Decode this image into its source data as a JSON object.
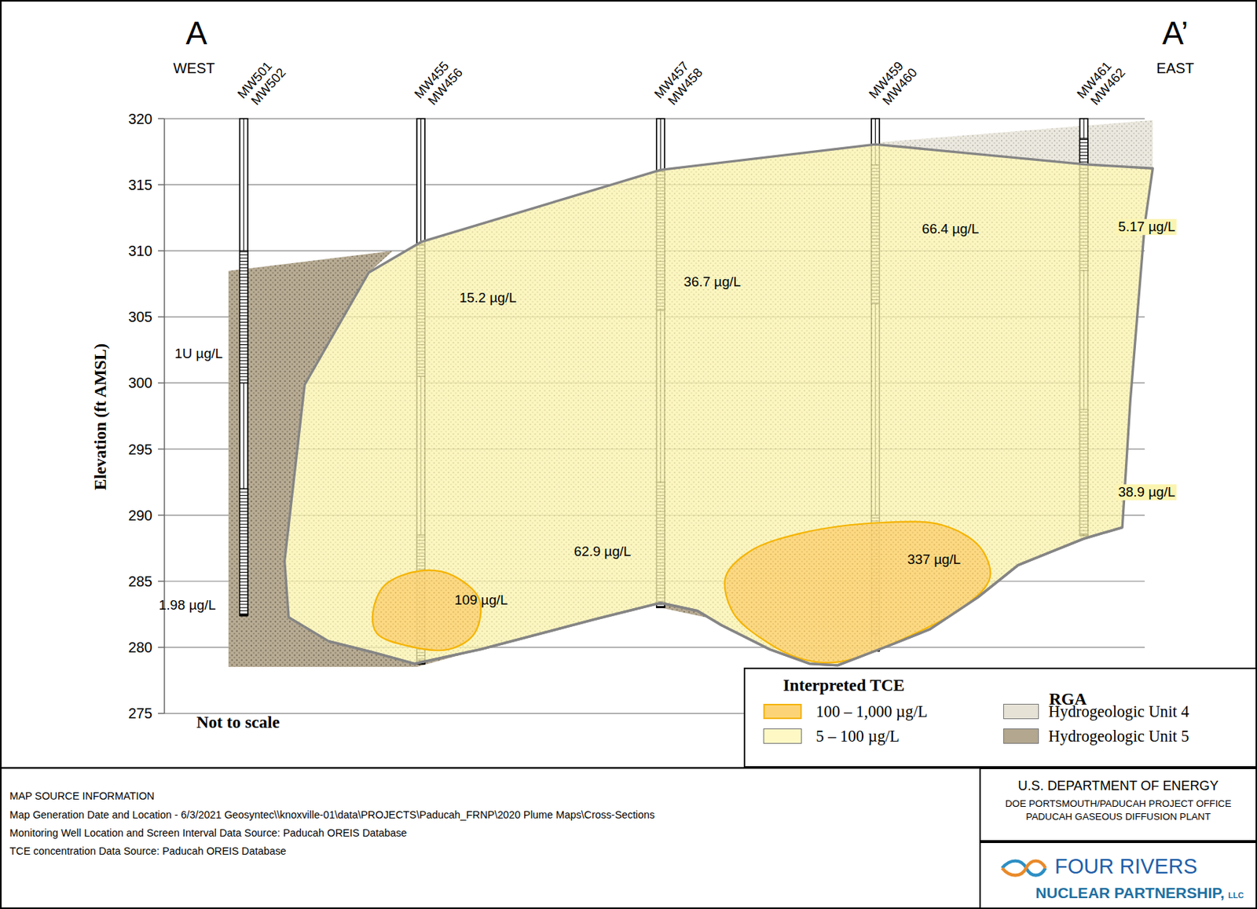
{
  "diagram": {
    "nodes": [
      {
        "text": [
          "Interpreted TCE",
          "RGA"
        ]
      },
      {
        "text": [
          "U.S. DEPARTMENT OF ENERGY",
          "DOE PORTSMOUTH/PADUCAH PROJECT OFFICE PADUCAH GASEOUS DIFFUSION PLANT"
        ]
      },
      {
        "text": [
          "FOUR RIVERS",
          "NUCLEAR PARTNERSHIP,",
          "LLC"
        ]
      }
    ],
    "labels": [
      "A",
      "WEST",
      "A’",
      "EAST",
      "MW501",
      "MW502",
      "MW455",
      "MW456",
      "MW457",
      "MW458",
      "MW459",
      "MW460",
      "MW461",
      "MW462",
      "320",
      "315",
      "310",
      "305",
      "300",
      "295",
      "290",
      "285",
      "280",
      "275",
      "Elevation (ft AMSL)",
      "1U µg/L",
      "1.98 µg/L",
      "15.2 µg/L",
      "109 µg/L",
      "36.7 µg/L",
      "62.9 µg/L",
      "66.4 µg/L",
      "337 µg/L",
      "5.17 µg/L",
      "38.9 µg/L",
      "Not to scale",
      "MAP SOURCE INFORMATION",
      "Map Generation Date and Location - 6/3/2021 Geosyntec\\\\knoxville-01\\data\\PROJECTS\\Paducah_FRNP\\2020 Plume Maps\\Cross-Sections",
      "Monitoring Well Location and Screen Interval Data Source: Paducah OREIS Database",
      "TCE concentration Data Source: Paducah OREIS Database"
    ],
    "legend": [
      {
        "text": "100 – 1,000 µg/L",
        "color": "#fcd477"
      },
      {
        "text": "5 – 100 µg/L",
        "color": "#fdf8c4"
      },
      {
        "text": "Hydrogeologic Unit 4",
        "color": "#e6e2d6"
      },
      {
        "text": "Hydrogeologic Unit 5",
        "color": "#b3a78f"
      }
    ]
  }
}
